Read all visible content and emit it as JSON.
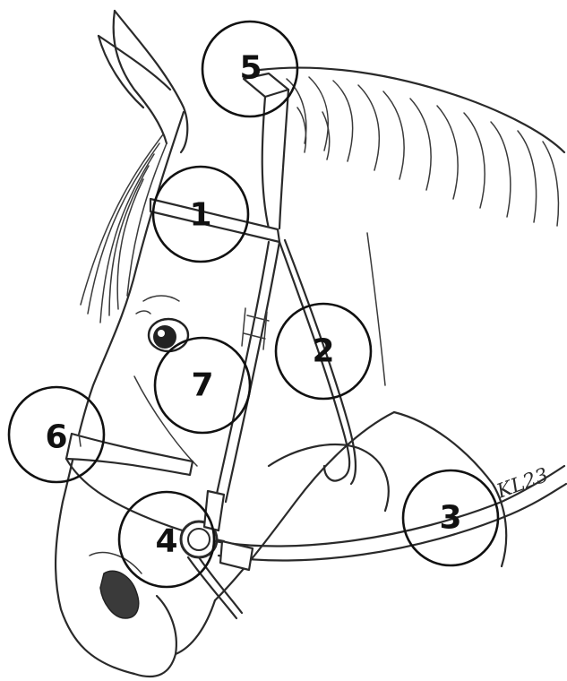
{
  "diagram": {
    "markers": [
      {
        "label": "1",
        "part": "browband"
      },
      {
        "label": "2",
        "part": "throatlatch"
      },
      {
        "label": "3",
        "part": "reins"
      },
      {
        "label": "4",
        "part": "bit"
      },
      {
        "label": "5",
        "part": "crownpiece"
      },
      {
        "label": "6",
        "part": "noseband"
      },
      {
        "label": "7",
        "part": "cheekpiece"
      }
    ],
    "rein_signature": "KL23"
  }
}
